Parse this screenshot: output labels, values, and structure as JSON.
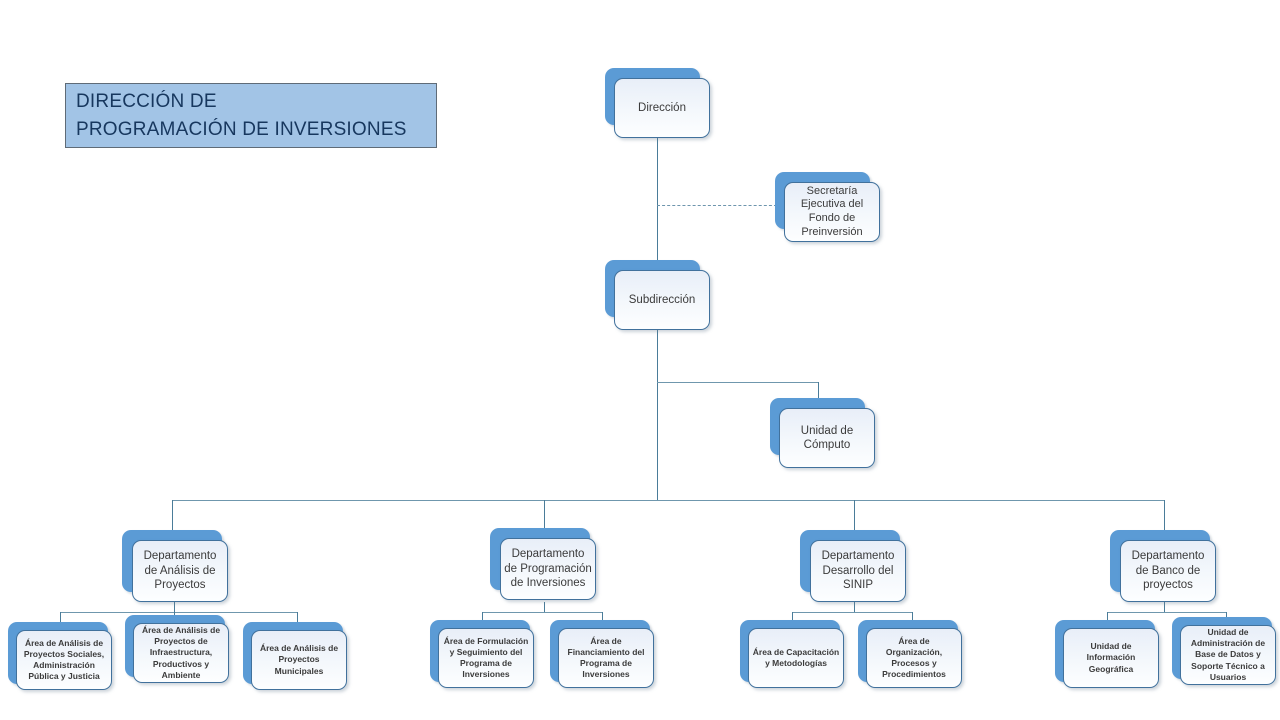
{
  "title": {
    "line1": "DIRECCIÓN DE",
    "line2": "PROGRAMACIÓN DE INVERSIONES"
  },
  "nodes": {
    "direccion": {
      "label": "Dirección"
    },
    "secretaria": {
      "label": "Secretaría Ejecutiva del Fondo de Preinversión"
    },
    "subdireccion": {
      "label": "Subdirección"
    },
    "computo": {
      "label": "Unidad de Cómputo"
    },
    "dept1": {
      "label": "Departamento de Análisis de Proyectos"
    },
    "dept2": {
      "label": "Departamento de Programación de Inversiones"
    },
    "dept3": {
      "label": "Departamento Desarrollo del SINIP"
    },
    "dept4": {
      "label": "Departamento de Banco de proyectos"
    },
    "leaf1a": {
      "label": "Área de Análisis de Proyectos Sociales, Administración Pública y Justicia"
    },
    "leaf1b": {
      "label": "Área de Análisis de Proyectos de Infraestructura, Productivos y Ambiente"
    },
    "leaf1c": {
      "label": "Área de Análisis de Proyectos Municipales"
    },
    "leaf2a": {
      "label": "Área de Formulación y Seguimiento del Programa de Inversiones"
    },
    "leaf2b": {
      "label": "Área de Financiamiento del Programa de Inversiones"
    },
    "leaf3a": {
      "label": "Área de Capacitación y Metodologías"
    },
    "leaf3b": {
      "label": "Área de Organización, Procesos y Procedimientos"
    },
    "leaf4a": {
      "label": "Unidad de Información Geográfica"
    },
    "leaf4b": {
      "label": "Unidad de Administración de Base de Datos y Soporte Técnico a Usuarios"
    }
  },
  "hierarchy": {
    "root": "Dirección",
    "advisory": [
      "Secretaría Ejecutiva del Fondo de Preinversión"
    ],
    "children": {
      "Subdirección": {
        "staff": [
          "Unidad de Cómputo"
        ],
        "departments": {
          "Departamento de Análisis de Proyectos": [
            "Área de Análisis de Proyectos Sociales, Administración Pública y Justicia",
            "Área de Análisis de Proyectos de Infraestructura, Productivos y Ambiente",
            "Área de Análisis de Proyectos Municipales"
          ],
          "Departamento de Programación de Inversiones": [
            "Área de Formulación y Seguimiento del Programa de Inversiones",
            "Área de Financiamiento del Programa de Inversiones"
          ],
          "Departamento Desarrollo del SINIP": [
            "Área de Capacitación y Metodologías",
            "Área de Organización, Procesos y Procedimientos"
          ],
          "Departamento de Banco de proyectos": [
            "Unidad de Información Geográfica",
            "Unidad de Administración de Base de Datos y Soporte Técnico a Usuarios"
          ]
        }
      }
    }
  },
  "colors": {
    "accent_blue": "#5B9BD5",
    "box_border": "#41719C",
    "box_fill_top": "#E8EEF8",
    "connector": "#4A7C99",
    "title_fill": "#A2C4E6",
    "title_text": "#17375E"
  }
}
